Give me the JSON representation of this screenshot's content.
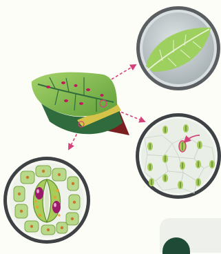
{
  "diagram": {
    "nodes": [
      {
        "id": "whole-leaf",
        "kind": "leaf-section"
      },
      {
        "id": "leaf-surface-view",
        "kind": "magnified-circle"
      },
      {
        "id": "stomata-epidermis-view",
        "kind": "magnified-circle"
      },
      {
        "id": "guard-cell-closeup-view",
        "kind": "magnified-circle"
      }
    ],
    "edges": [
      {
        "from": "whole-leaf",
        "to": "leaf-surface-view"
      },
      {
        "from": "whole-leaf",
        "to": "stomata-epidermis-view"
      },
      {
        "from": "whole-leaf",
        "to": "guard-cell-closeup-view"
      }
    ],
    "colors": {
      "arrow": "#d4407a",
      "leaf_light": "#8cc152",
      "leaf_dark": "#2f6b3c",
      "leaf_underside": "#7a1f1f",
      "cell_spot": "#c2185b",
      "frame": "#4a4d4f",
      "lens_fill": "#bfc7ca",
      "epidermis_fill": "#e9eee6",
      "guard_cell": "#a7cc5a",
      "chloroplast": "#e8a030"
    }
  }
}
